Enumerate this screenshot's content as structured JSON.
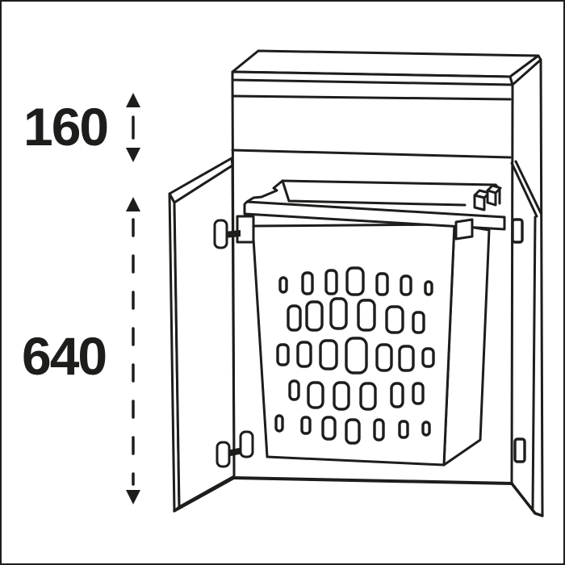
{
  "page": {
    "background_color": "#ffffff",
    "border_color": "#1d1d1b"
  },
  "drawing": {
    "type": "furniture-technical-line-drawing",
    "subject": "bathroom base cabinet with open left door and perforated pull-out laundry basket",
    "line_color": "#1d1d1b",
    "dimension_labels": {
      "top_section_mm": "160",
      "door_section_mm": "640"
    }
  }
}
